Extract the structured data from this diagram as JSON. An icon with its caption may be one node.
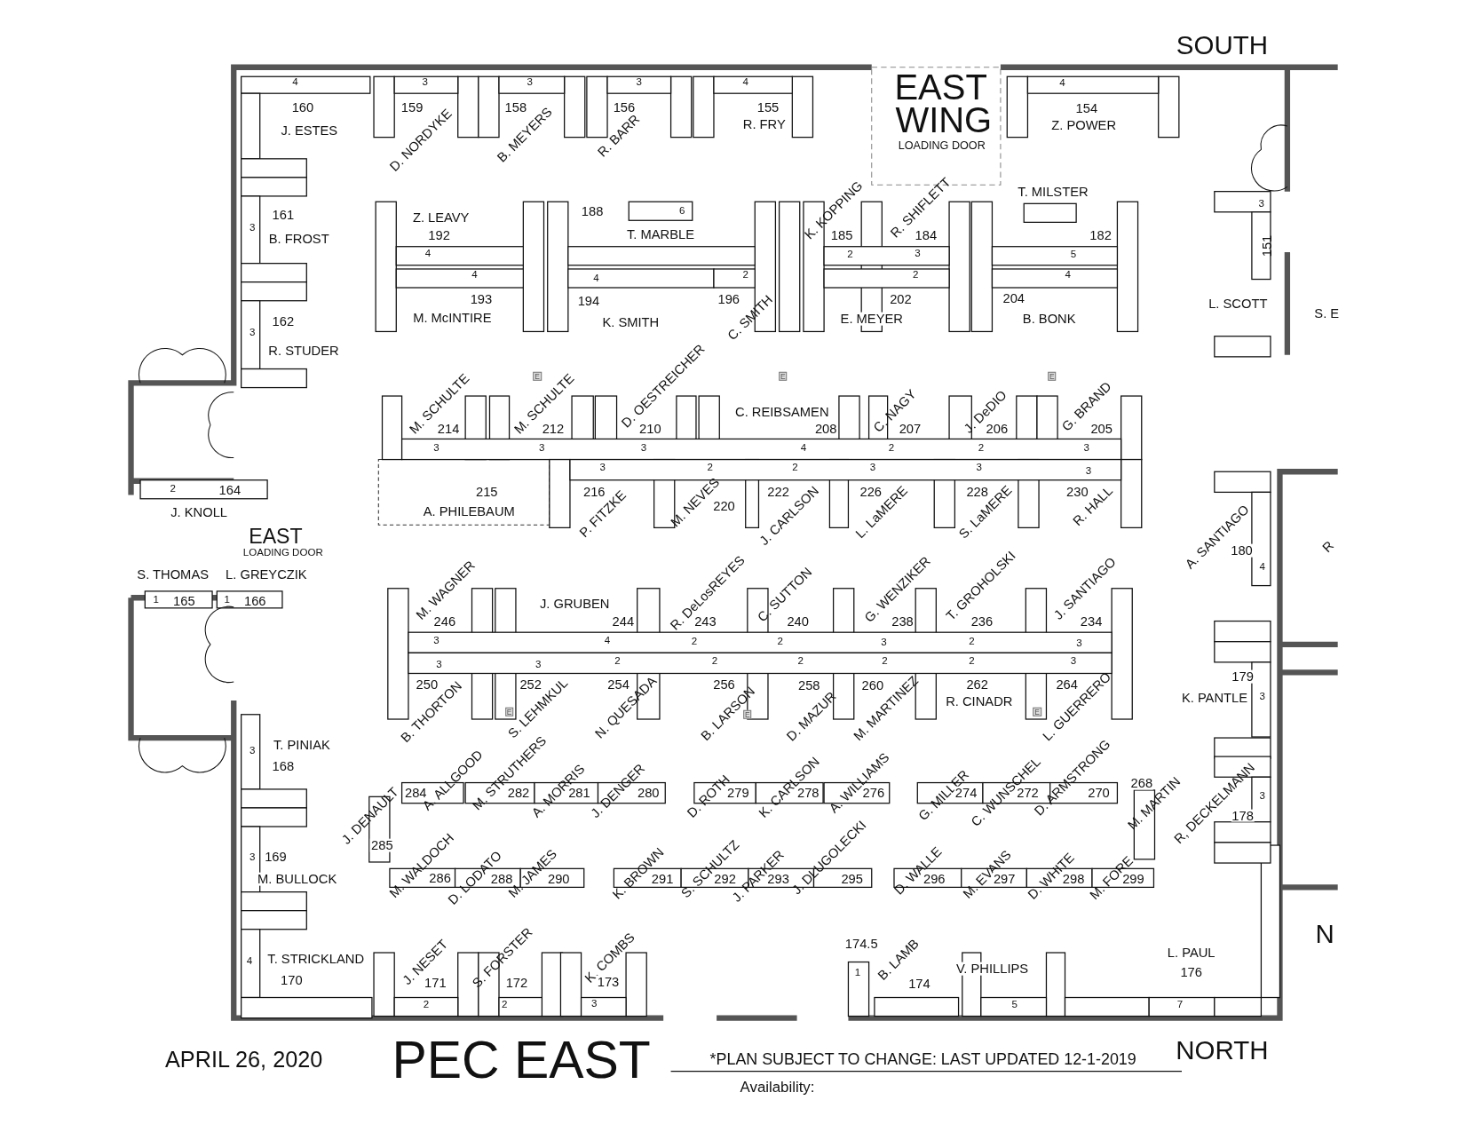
{
  "diagram": {
    "title": "PEC EAST",
    "labels": [
      "SOUTH",
      "EAST",
      "WING",
      "LOADING DOOR",
      "4",
      "3",
      "3",
      "3",
      "4",
      "4",
      "160",
      "J. ESTES",
      "159",
      "D. NORDYKE",
      "158",
      "B. MEYERS",
      "156",
      "R. BARR",
      "155",
      "R. FRY",
      "154",
      "Z. POWER",
      "161",
      "3",
      "B. FROST",
      "Z. LEAVY",
      "192",
      "4",
      "188",
      "6",
      "T. MARBLE",
      "K. KOPPING",
      "185",
      "2",
      "R. SHIFLETT",
      "184",
      "3",
      "T. MILSTER",
      "182",
      "5",
      "3",
      "151",
      "4",
      "4",
      "2",
      "2",
      "4",
      "193",
      "M. McINTIRE",
      "194",
      "K. SMITH",
      "196",
      "C. SMITH",
      "202",
      "E. MEYER",
      "204",
      "B. BONK",
      "L. SCOTT",
      "S. E",
      "3",
      "162",
      "R. STUDER",
      "E",
      "E",
      "E",
      "M. SCHULTE",
      "214",
      "3",
      "M. SCHULTE",
      "212",
      "3",
      "D. OESTREICHER",
      "210",
      "3",
      "C. REIBSAMEN",
      "208",
      "4",
      "C. NAGY",
      "207",
      "2",
      "J. DeDIO",
      "206",
      "2",
      "G. BRAND",
      "205",
      "3",
      "2",
      "164",
      "J. KNOLL",
      "3",
      "2",
      "2",
      "3",
      "3",
      "3",
      "215",
      "A. PHILEBAUM",
      "216",
      "P. FITZKE",
      "M. NEVES",
      "220",
      "222",
      "J. CARLSON",
      "226",
      "L. LaMERE",
      "228",
      "S. LaMERE",
      "230",
      "R. HALL",
      "EAST",
      "LOADING DOOR",
      "A. SANTIAGO",
      "180",
      "4",
      "R",
      "S. THOMAS",
      "L. GREYCZIK",
      "1",
      "165",
      "1",
      "166",
      "M. WAGNER",
      "246",
      "3",
      "J. GRUBEN",
      "244",
      "4",
      "R. DeLosREYES",
      "243",
      "2",
      "C. SUTTON",
      "240",
      "2",
      "G. WENZIKER",
      "238",
      "3",
      "T. GROHOLSKI",
      "236",
      "2",
      "J. SANTIAGO",
      "234",
      "3",
      "3",
      "3",
      "2",
      "2",
      "2",
      "2",
      "2",
      "3",
      "250",
      "252",
      "254",
      "256",
      "258",
      "260",
      "262",
      "264",
      "R. CINADR",
      "179",
      "K. PANTLE",
      "3",
      "B. THORTON",
      "S. LEHMKUL",
      "N. QUESADA",
      "B. LARSON",
      "D. MAZUR",
      "M. MARTINEZ",
      "L. GUERRERO",
      "E",
      "E",
      "E",
      "T. PINIAK",
      "3",
      "168",
      "268",
      "284",
      "A. ALLGOOD",
      "M. STRUTHERS",
      "282",
      "A. MORRIS",
      "281",
      "J. DENGER",
      "280",
      "D. ROTH",
      "279",
      "K. CARLSON",
      "278",
      "A. WILLIAMS",
      "276",
      "G. MILLER",
      "274",
      "C. WUNSCHEL",
      "272",
      "D. ARMSTRONG",
      "270",
      "M. MARTIN",
      "R, DECKELMANN",
      "3",
      "178",
      "J. DENAULT",
      "285",
      "3",
      "169",
      "M. BULLOCK",
      "M. WALDOCH",
      "286",
      "D. LODATO",
      "288",
      "M. JAMES",
      "290",
      "K. BROWN",
      "291",
      "S. SCHULTZ",
      "292",
      "J. PARKER",
      "293",
      "J. DLUGOLECKI",
      "295",
      "D. WALLE",
      "296",
      "M. EVANS",
      "297",
      "D. WHITE",
      "298",
      "M. FORE",
      "299",
      "N",
      "4",
      "T. STRICKLAND",
      "170",
      "J. NESET",
      "171",
      "2",
      "S. FORSTER",
      "172",
      "2",
      "K. COMBS",
      "173",
      "3",
      "174.5",
      "1",
      "B. LAMB",
      "174",
      "V. PHILLIPS",
      "5",
      "L. PAUL",
      "176",
      "7",
      "APRIL 26, 2020",
      "*PLAN SUBJECT TO CHANGE: LAST UPDATED 12-1-2019",
      "NORTH",
      "Availability:"
    ]
  }
}
